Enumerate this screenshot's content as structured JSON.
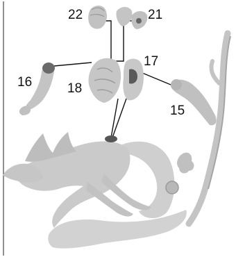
{
  "labels": {
    "part_22": "22",
    "part_21": "21",
    "part_17": "17",
    "part_16": "16",
    "part_18": "18",
    "part_15": "15"
  },
  "colors": {
    "part_fill": "#c4c4c4",
    "part_shadow": "#9a9a9a",
    "base_fill": "#d2d2d2",
    "leader_line": "#111111",
    "label_text": "#111111",
    "frame_rule": "#222222"
  }
}
